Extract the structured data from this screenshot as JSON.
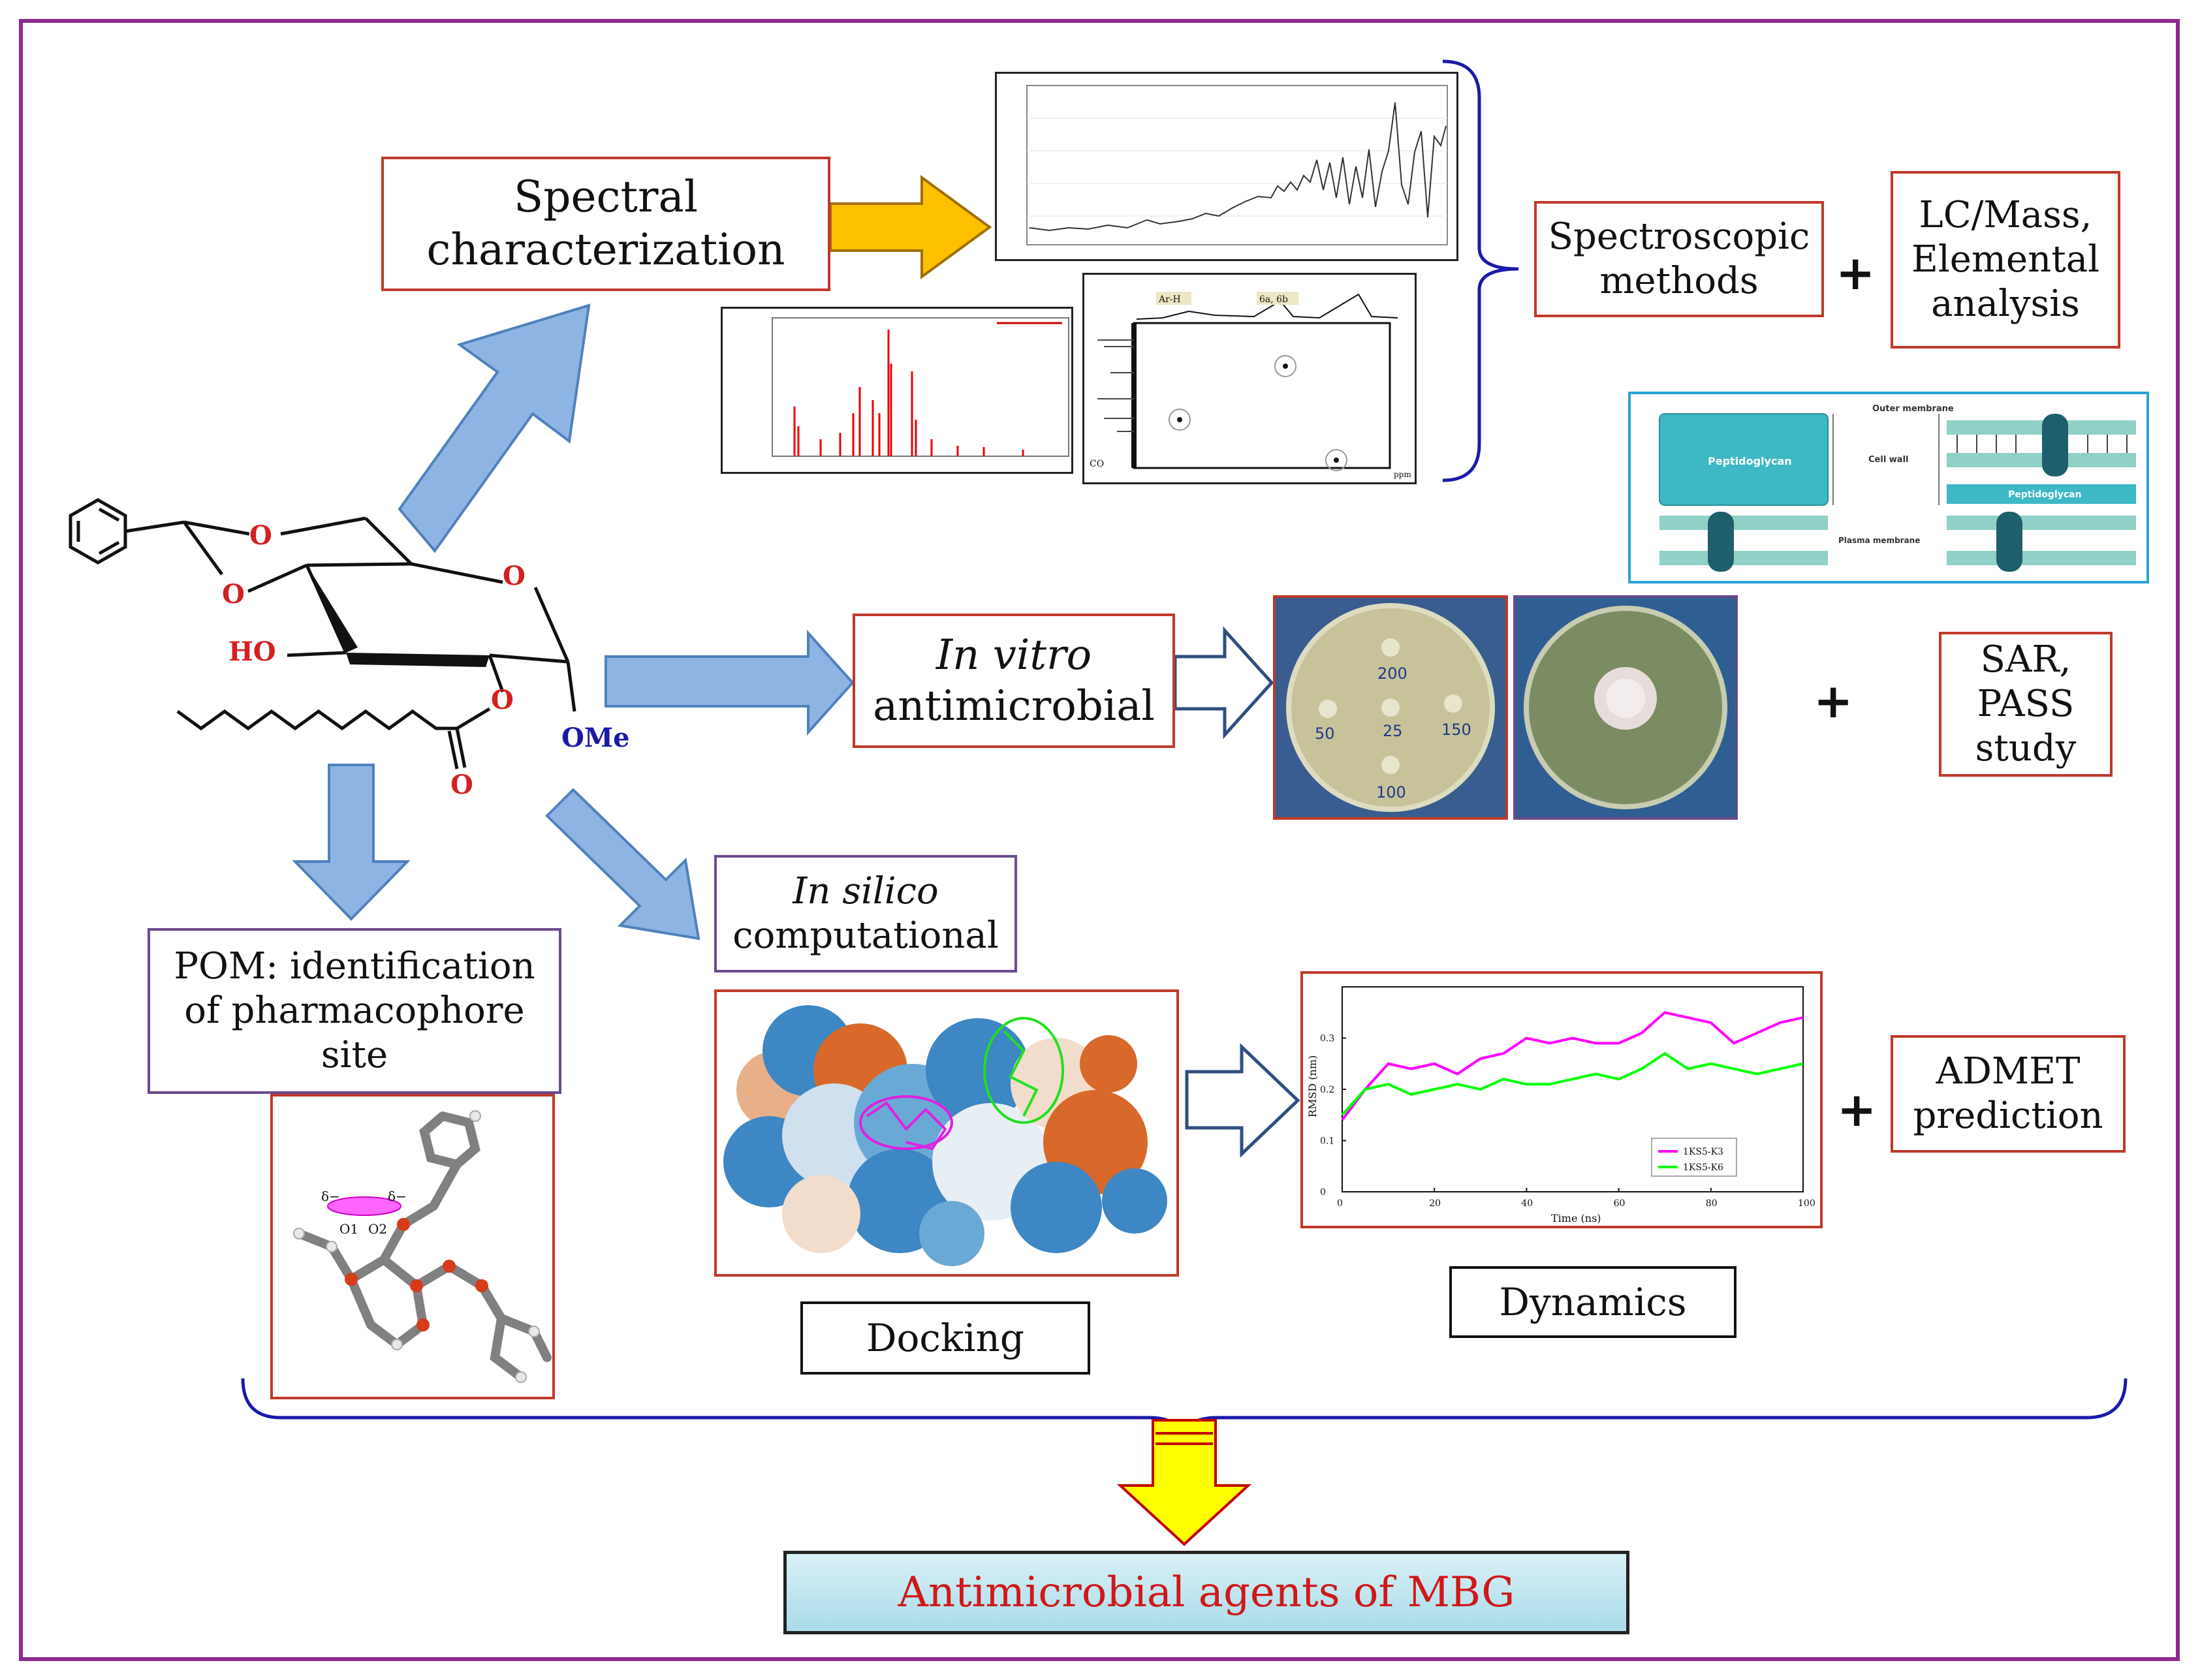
{
  "colors": {
    "frame": "#8e2a8e",
    "arrow_fill": "#8eb4e3",
    "arrow_stroke": "#4f81bd",
    "gold_arrow": "#ffc000",
    "box_red": "#c0392b",
    "box_purple": "#6a4a8c",
    "final_text": "#d01818",
    "final_fill": "#bde6f0",
    "magenta_series": "#ff00ff",
    "green_series": "#00ff00"
  },
  "boxes": {
    "spectral": [
      "Spectral",
      "characterization"
    ],
    "spectroscopic": [
      "Spectroscopic",
      "methods"
    ],
    "lcmass": [
      "LC/Mass,",
      "Elemental",
      "analysis"
    ],
    "invitro_italic": "In vitro",
    "invitro_rest": "antimicrobial",
    "sar": [
      "SAR,",
      "PASS",
      "study"
    ],
    "insilico_italic": "In silico",
    "insilico_rest": "computational",
    "pom": [
      "POM: identification",
      "of pharmacophore",
      "site"
    ],
    "docking": "Docking",
    "dynamics": "Dynamics",
    "admet": [
      "ADMET",
      "prediction"
    ],
    "final": "Antimicrobial agents of MBG"
  },
  "plus_sign": "+",
  "molecule": {
    "ring_o_1": "O",
    "ring_o_2": "O",
    "ring_o_3": "O",
    "ring_o_4": "O",
    "carbonyl_o": "O",
    "hydroxyl": "HO",
    "methoxy": "OMe"
  },
  "petri": {
    "dish1_labels": [
      "200",
      "50",
      "25",
      "150",
      "100"
    ]
  },
  "cell_wall": {
    "outer_membrane": "Outer membrane",
    "peptidoglycan_left": "Peptidoglycan",
    "cell_wall": "Cell wall",
    "peptidoglycan_right": "Peptidoglycan",
    "plasma_membrane": "Plasma membrane"
  },
  "pom_labels": {
    "delta1": "δ−",
    "delta2": "δ−",
    "o1": "O1",
    "o2": "O2"
  },
  "nmr_labels": {
    "label_a": "Ar-H",
    "label_b": "6a, 6b",
    "co": "CO",
    "ppm": "ppm"
  },
  "chart_data": {
    "type": "line",
    "xlabel": "Time (ns)",
    "ylabel": "RMSD (nm)",
    "xlim": [
      0,
      100
    ],
    "ylim": [
      0,
      0.4
    ],
    "x_ticks": [
      "0",
      "20",
      "40",
      "60",
      "80",
      "100"
    ],
    "y_ticks": [
      "0",
      "0.1",
      "0.2",
      "0.3"
    ],
    "legend_position": "bottom-right",
    "x": [
      0,
      5,
      10,
      15,
      20,
      25,
      30,
      35,
      40,
      45,
      50,
      55,
      60,
      65,
      70,
      75,
      80,
      85,
      90,
      95,
      100
    ],
    "series": [
      {
        "name": "1KS5-K3",
        "color": "#ff00ff",
        "values": [
          0.14,
          0.2,
          0.25,
          0.24,
          0.25,
          0.23,
          0.26,
          0.27,
          0.3,
          0.29,
          0.3,
          0.29,
          0.29,
          0.31,
          0.35,
          0.34,
          0.33,
          0.29,
          0.31,
          0.33,
          0.34
        ]
      },
      {
        "name": "1KS5-K6",
        "color": "#00ff00",
        "values": [
          0.15,
          0.2,
          0.21,
          0.19,
          0.2,
          0.21,
          0.2,
          0.22,
          0.21,
          0.21,
          0.22,
          0.23,
          0.22,
          0.24,
          0.27,
          0.24,
          0.25,
          0.24,
          0.23,
          0.24,
          0.25
        ]
      }
    ]
  }
}
